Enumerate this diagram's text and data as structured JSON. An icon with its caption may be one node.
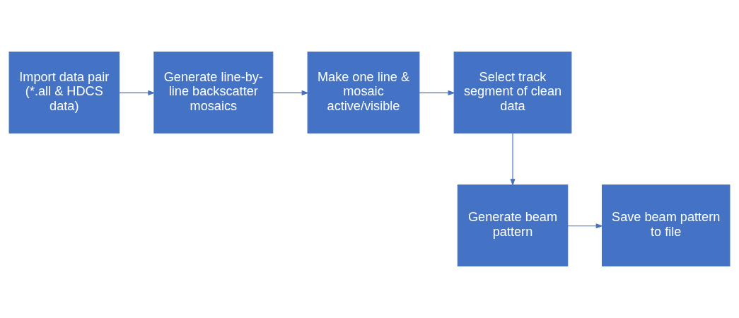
{
  "diagram": {
    "nodes": [
      {
        "text": [
          "Import data pair (*.all & HDCS data)"
        ]
      },
      {
        "text": [
          "Generate line-by-line backscatter mosaics"
        ]
      },
      {
        "text": [
          "Make one line & mosaic active/visible"
        ]
      },
      {
        "text": [
          "Select track segment of clean data"
        ]
      },
      {
        "text": [
          "Generate beam pattern"
        ]
      },
      {
        "text": [
          "Save beam pattern to file"
        ]
      }
    ],
    "edges": [
      {
        "from": 0,
        "to": 1,
        "arrow": "to"
      },
      {
        "from": 1,
        "to": 2,
        "arrow": "to"
      },
      {
        "from": 2,
        "to": 3,
        "arrow": "to"
      },
      {
        "from": 3,
        "to": 4,
        "arrow": "to"
      },
      {
        "from": 4,
        "to": 5,
        "arrow": "to"
      }
    ]
  }
}
